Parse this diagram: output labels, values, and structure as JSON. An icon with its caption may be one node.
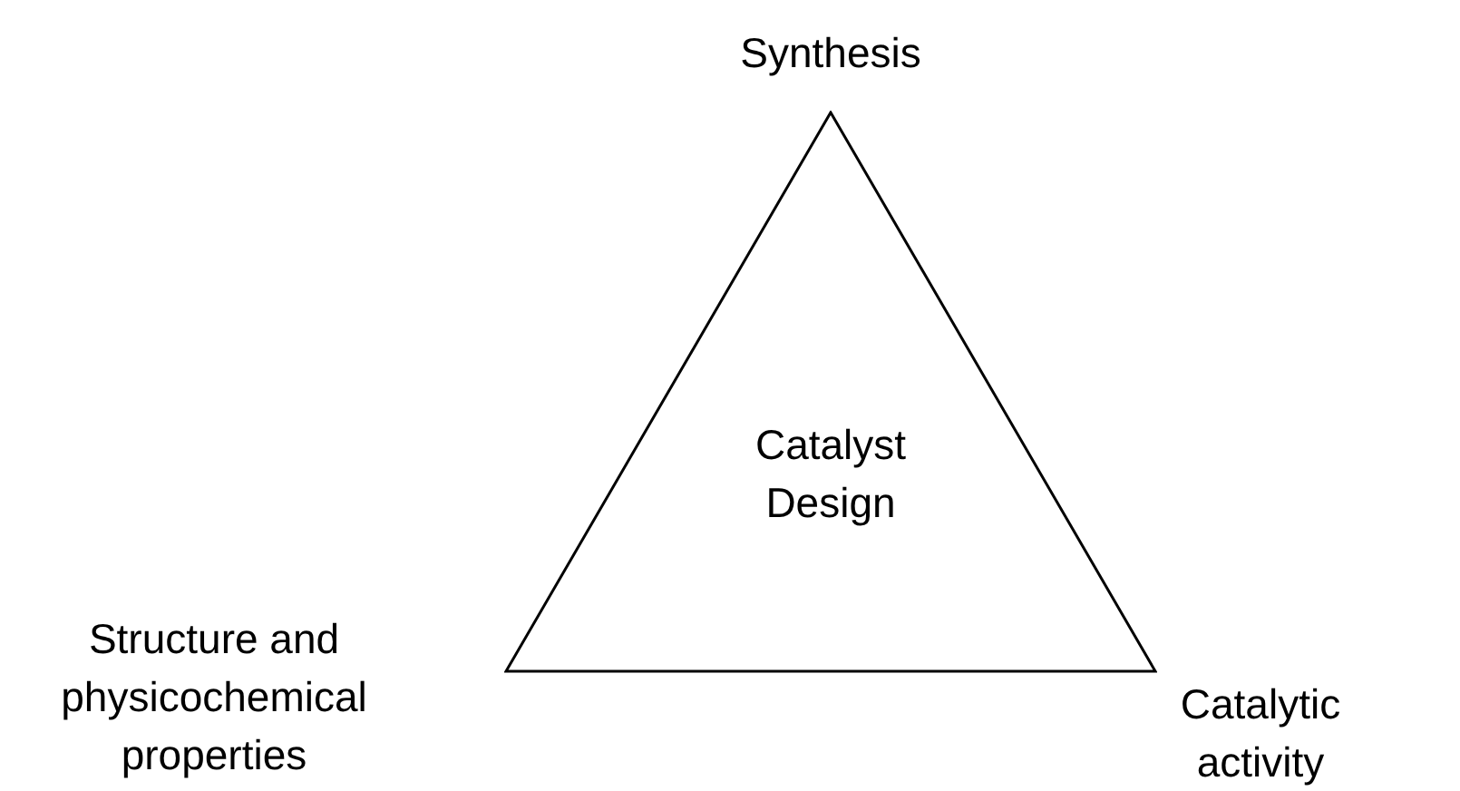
{
  "diagram": {
    "nodes": [
      {
        "text": [
          "Catalyst Design"
        ]
      }
    ],
    "labels": [
      "Synthesis",
      "Structure and physicochemical properties",
      "Catalytic activity"
    ]
  }
}
